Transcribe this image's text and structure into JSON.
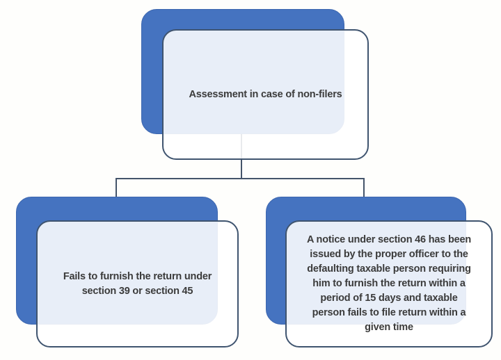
{
  "diagram": {
    "type": "hierarchy-flowchart",
    "root": {
      "label": "Assessment in case of non-filers"
    },
    "children": [
      {
        "label": "Fails to furnish the return under\nsection 39 or section 45"
      },
      {
        "label": "A notice under section 46 has been\nissued by the proper officer to the\ndefaulting taxable person requiring\nhim to furnish the return within a\nperiod of 15 days and taxable\nperson fails to file return within a\ngiven time"
      }
    ]
  },
  "colors": {
    "back_box": "#4573C0",
    "back_box_edge": "#3C66AE",
    "front_box_border": "#3F546F",
    "connector": "#44546A",
    "text": "#3B3B3B",
    "front_box_overlap_tint": "#E9EDF4",
    "background": "#FEFEFC"
  }
}
